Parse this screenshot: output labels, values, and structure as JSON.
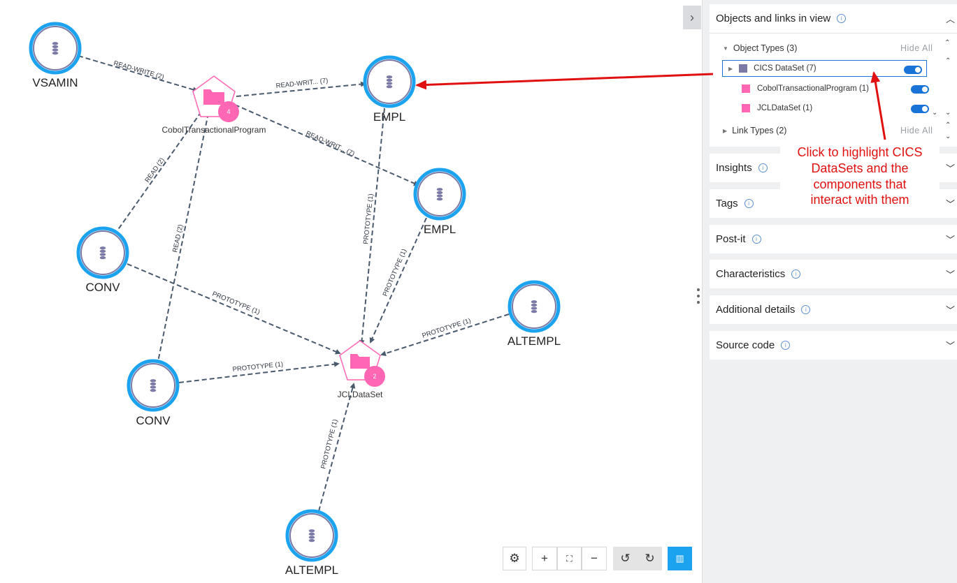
{
  "graph": {
    "nodes": [
      {
        "id": "vsamin",
        "label": "VSAMIN"
      },
      {
        "id": "empl1",
        "label": "EMPL"
      },
      {
        "id": "empl2",
        "label": "EMPL"
      },
      {
        "id": "conv1",
        "label": "CONV"
      },
      {
        "id": "conv2",
        "label": "CONV"
      },
      {
        "id": "altempl1",
        "label": "ALTEMPL"
      },
      {
        "id": "altempl2",
        "label": "ALTEMPL"
      }
    ],
    "groups": [
      {
        "id": "cobol",
        "label": "CobolTransactionalProgram",
        "count": "4"
      },
      {
        "id": "jcl",
        "label": "JCLDataSet",
        "count": "2"
      }
    ],
    "edges": [
      {
        "id": "e1",
        "label": "READ-WRITE (2)"
      },
      {
        "id": "e2",
        "label": "READ-WRIT... (7)"
      },
      {
        "id": "e3",
        "label": "READ-WRIT... (7)"
      },
      {
        "id": "e4",
        "label": "READ (2)"
      },
      {
        "id": "e5",
        "label": "READ (2)"
      },
      {
        "id": "e6",
        "label": "PROTOTYPE (1)"
      },
      {
        "id": "e7",
        "label": "PROTOTYPE (1)"
      },
      {
        "id": "e8",
        "label": "PROTOTYPE (1)"
      },
      {
        "id": "e9",
        "label": "PROTOTYPE (1)"
      },
      {
        "id": "e10",
        "label": "PROTOTYPE (1)"
      },
      {
        "id": "e11",
        "label": "PROTOTYPE (1)"
      }
    ],
    "annotation": {
      "lines": [
        "Click to highlight CICS",
        "DataSets and the",
        "components that",
        "interact with them"
      ],
      "color": "#e01010"
    },
    "colors": {
      "node_ring": "#1ca3f0",
      "node_icon": "#7b7aa6",
      "group": "#ff66b3",
      "edge": "#4a5a6e"
    }
  },
  "toolbar": {
    "icons": [
      "settings-icon",
      "zoom-in-icon",
      "fit-to-screen-icon",
      "zoom-out-icon",
      "undo-icon",
      "redo-icon",
      "map-icon"
    ],
    "zoom_in_glyph": "+",
    "zoom_out_glyph": "−"
  },
  "panel": {
    "objects_card": {
      "title": "Objects and links in view",
      "object_types": {
        "label": "Object Types (3)",
        "hide_all": "Hide All",
        "items": [
          {
            "label": "CICS DataSet (7)",
            "color": "#7b7aa6",
            "enabled": true,
            "selected": true
          },
          {
            "label": "CobolTransactionalProgram (1)",
            "color": "#ff66b3",
            "enabled": true
          },
          {
            "label": "JCLDataSet (1)",
            "color": "#ff66b3",
            "enabled": true
          }
        ]
      },
      "link_types": {
        "label": "Link Types (2)",
        "hide_all": "Hide All"
      }
    },
    "sections": [
      {
        "title": "Insights"
      },
      {
        "title": "Tags"
      },
      {
        "title": "Post-it"
      },
      {
        "title": "Characteristics"
      },
      {
        "title": "Additional details"
      },
      {
        "title": "Source code"
      }
    ]
  }
}
